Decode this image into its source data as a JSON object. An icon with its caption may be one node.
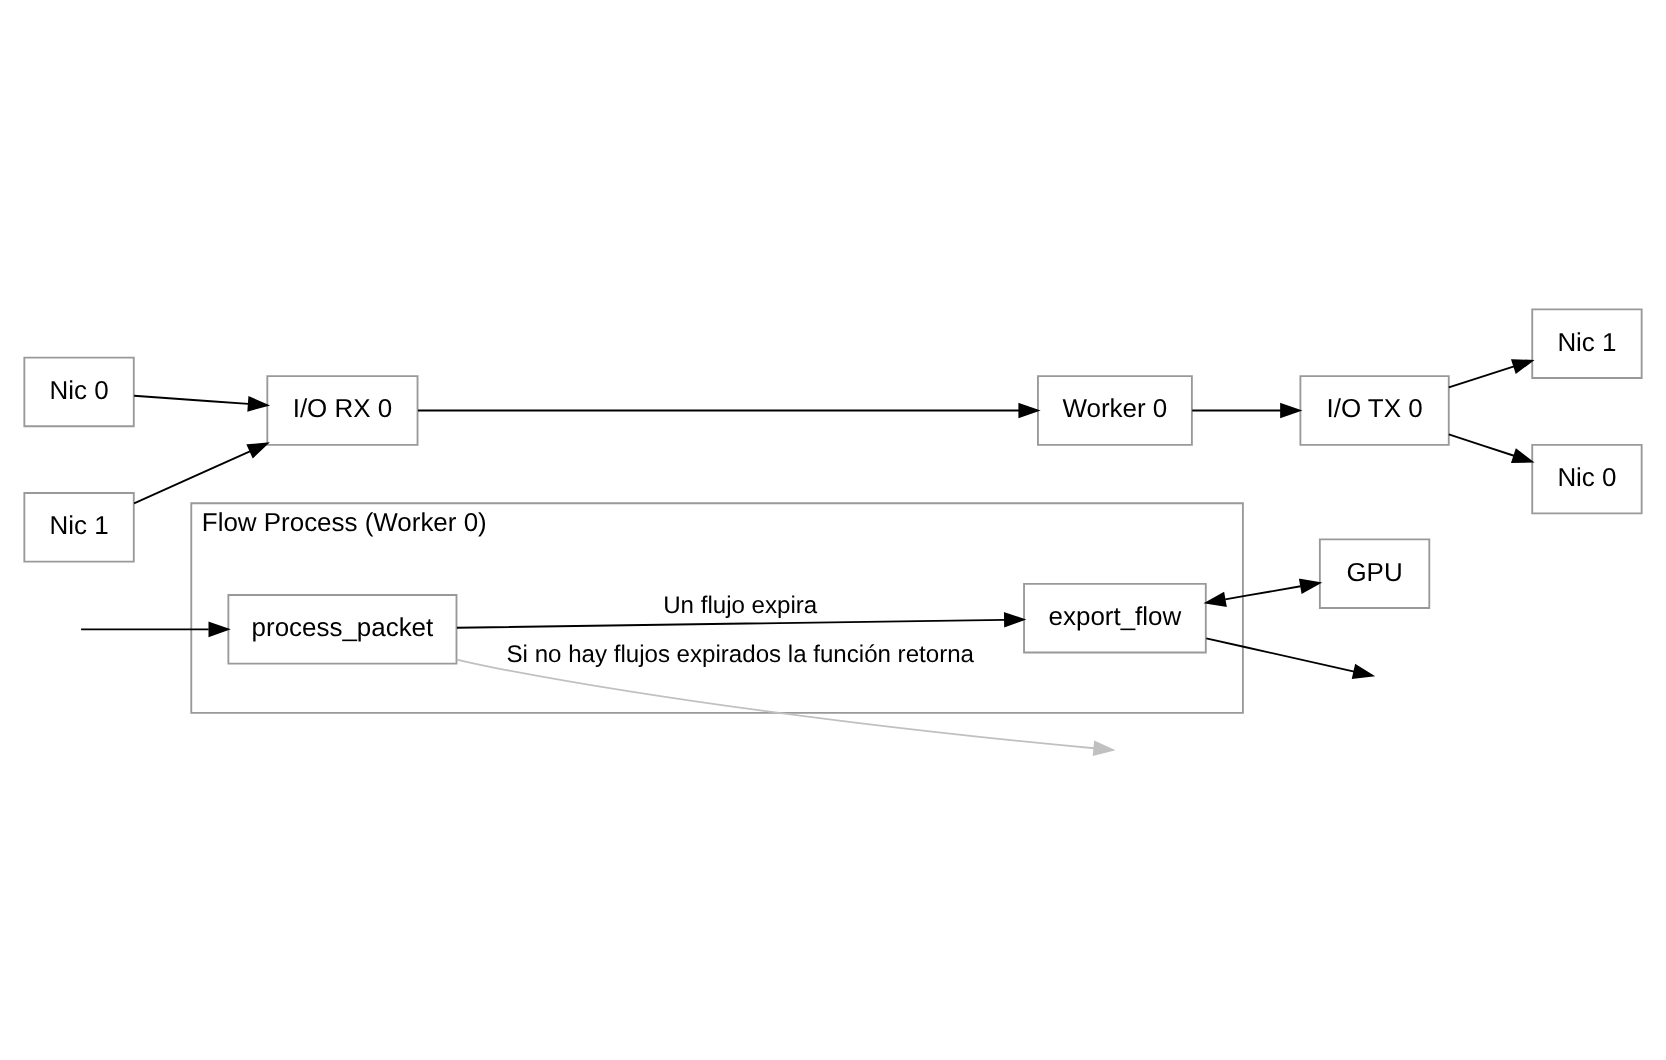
{
  "diagram": {
    "nodes": [
      {
        "text": [
          "Nic 0"
        ]
      },
      {
        "text": [
          "Nic 1"
        ]
      },
      {
        "text": [
          "I/O RX 0"
        ]
      },
      {
        "text": [
          "Worker 0"
        ]
      },
      {
        "text": [
          "I/O TX 0"
        ]
      },
      {
        "text": [
          "Nic 1"
        ]
      },
      {
        "text": [
          "Nic 0"
        ]
      },
      {
        "text": [
          "Flow Process (Worker 0)"
        ]
      },
      {
        "text": [
          "process_packet"
        ],
        "in": 7
      },
      {
        "text": [
          "export_flow"
        ],
        "in": 7
      },
      {
        "text": [
          "GPU"
        ]
      }
    ],
    "edges": [
      {
        "from": 0,
        "to": 2,
        "arrow": "to"
      },
      {
        "from": 1,
        "to": 2,
        "arrow": "to"
      },
      {
        "from": 2,
        "to": 3,
        "arrow": "to"
      },
      {
        "from": 3,
        "to": 4,
        "arrow": "to"
      },
      {
        "from": 4,
        "to": 5,
        "arrow": "to"
      },
      {
        "from": 4,
        "to": 6,
        "arrow": "to"
      },
      {
        "from": 8,
        "to": null,
        "arrow": "to",
        "label": "Si no hay flujos expirados la función retorna",
        "color": "#c0c0c0"
      },
      {
        "from": null,
        "to": 8,
        "arrow": "to"
      },
      {
        "from": 8,
        "to": 9,
        "arrow": "to",
        "label": "Un flujo expira"
      },
      {
        "from": 9,
        "to": null,
        "arrow": "to"
      },
      {
        "from": 9,
        "to": 10,
        "arrow": "both"
      }
    ]
  }
}
